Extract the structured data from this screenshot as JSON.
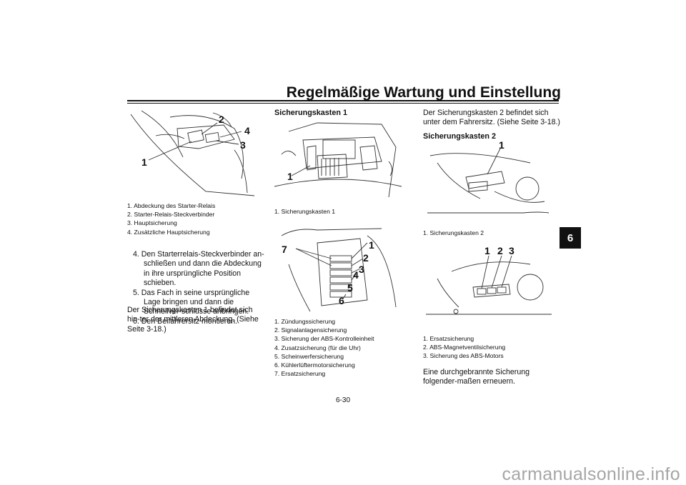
{
  "header": {
    "title": "Regelmäßige Wartung und Einstellung",
    "chapter_tab": "6"
  },
  "left": {
    "figure_callouts": [
      "2",
      "4",
      "3",
      "1"
    ],
    "captions": [
      "1. Abdeckung des Starter-Relais",
      "2. Starter-Relais-Steckverbinder",
      "3. Hauptsicherung",
      "4. Zusätzliche Hauptsicherung"
    ],
    "steps": [
      "4. Den Starterrelais-Steckverbinder an-schließen und dann die Abdeckung in ihre ursprüngliche Position schieben.",
      "5. Das Fach in seine ursprüngliche Lage bringen und dann die Schnellver-schlüsse anbringen.",
      "6. Den Beifahrersitz montieren."
    ],
    "paragraph": "Der Sicherungskasten 1 befindet sich hin-ter der mittleren Abdeckung. (Siehe Seite 3-18.)"
  },
  "middle": {
    "heading": "Sicherungskasten 1",
    "figure1_callouts": [
      "1"
    ],
    "caption1": [
      "1. Sicherungskasten 1"
    ],
    "figure2_callouts": [
      "7",
      "1",
      "2",
      "3",
      "4",
      "5",
      "6"
    ],
    "captions2": [
      "1. Zündungssicherung",
      "2. Signalanlagensicherung",
      "3. Sicherung der ABS-Kontrolleinheit",
      "4. Zusatzsicherung (für die Uhr)",
      "5. Scheinwerfersicherung",
      "6. Kühlerlüftermotorsicherung",
      "7. Ersatzsicherung"
    ]
  },
  "right": {
    "intro": "Der Sicherungskasten 2 befindet sich unter dem Fahrersitz. (Siehe Seite 3-18.)",
    "heading": "Sicherungskasten 2",
    "figure1_callouts": [
      "1"
    ],
    "caption1": [
      "1. Sicherungskasten 2"
    ],
    "figure2_callouts": [
      "1",
      "2",
      "3"
    ],
    "captions2": [
      "1. Ersatzsicherung",
      "2. ABS-Magnetventilsicherung",
      "3. Sicherung des ABS-Motors"
    ],
    "closing": "Eine durchgebrannte Sicherung folgender-maßen erneuern."
  },
  "footer": {
    "page_number": "6-30",
    "watermark": "carmanualsonline.info"
  }
}
